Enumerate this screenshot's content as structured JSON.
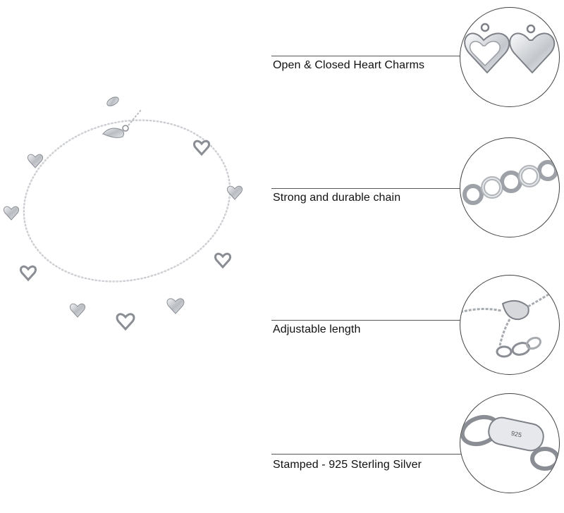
{
  "features": [
    {
      "label": "Open & Closed Heart Charms",
      "icon": "heart-charms-closeup"
    },
    {
      "label": "Strong and durable  chain",
      "icon": "rolo-chain-closeup"
    },
    {
      "label": "Adjustable length",
      "icon": "lobster-clasp-extender-closeup"
    },
    {
      "label": "Stamped - 925 Sterling Silver",
      "icon": "stamped-tag-closeup",
      "stamp_text": "925"
    }
  ],
  "colors": {
    "background": "#ffffff",
    "silver": "#c9ccd0",
    "silver_dark": "#8a8e94",
    "text": "#111111",
    "line": "#555555"
  }
}
